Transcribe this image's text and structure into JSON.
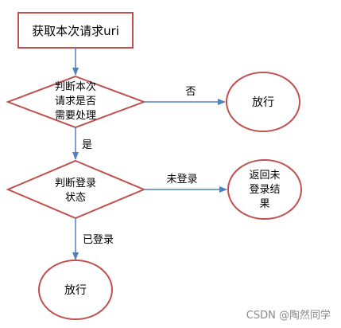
{
  "diagram": {
    "start": "获取本次请求uri",
    "decision1": [
      "判断本次",
      "请求是否",
      "需要处理"
    ],
    "label_no": "否",
    "end_release_top": "放行",
    "label_yes": "是",
    "decision2": [
      "判断登录",
      "状态"
    ],
    "label_not_logged": "未登录",
    "end_not_logged": [
      "返回未",
      "登录结",
      "果"
    ],
    "label_logged": "已登录",
    "end_release_bottom": "放行"
  },
  "watermark": "CSDN @陶然同学",
  "colors": {
    "shape_stroke": "#c0504d",
    "arrow": "#4f81bd",
    "text": "#000000",
    "watermark": "#8a8a8a"
  }
}
